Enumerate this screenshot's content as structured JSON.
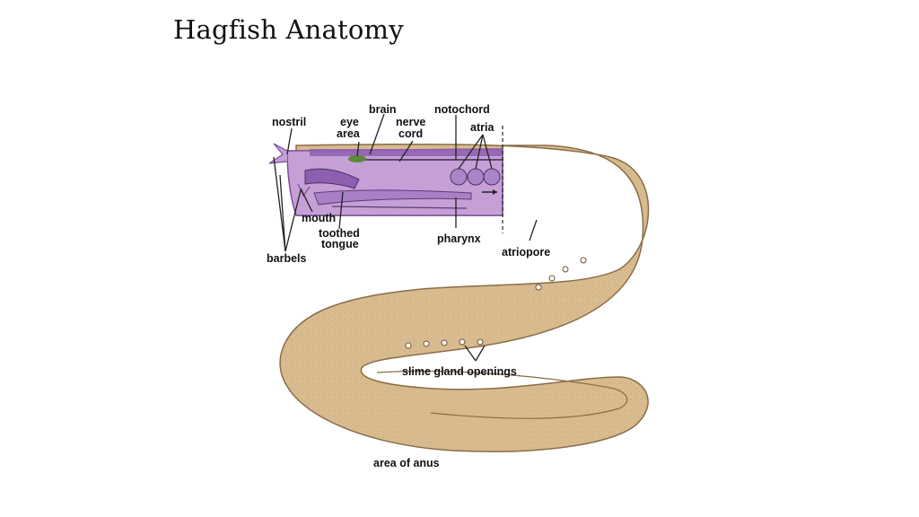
{
  "slide": {
    "title": "Hagfish Anatomy"
  },
  "diagram": {
    "labels": {
      "nostril": "nostril",
      "eye_line1": "eye",
      "eye_line2": "area",
      "brain": "brain",
      "nerve_line1": "nerve",
      "nerve_line2": "cord",
      "notochord": "notochord",
      "atria": "atria",
      "mouth": "mouth",
      "tongue_line1": "toothed",
      "tongue_line2": "tongue",
      "barbels": "barbels",
      "pharynx": "pharynx",
      "atriopore": "atriopore",
      "slime": "slime gland openings",
      "anus": "area of anus"
    },
    "colors": {
      "body": "#d8bb8e",
      "body_edge": "#8a6d47",
      "head": "#c4a0d6",
      "head_dark": "#7d4d9a",
      "atria": "#a886c8",
      "eye": "#5a8a3a"
    }
  }
}
